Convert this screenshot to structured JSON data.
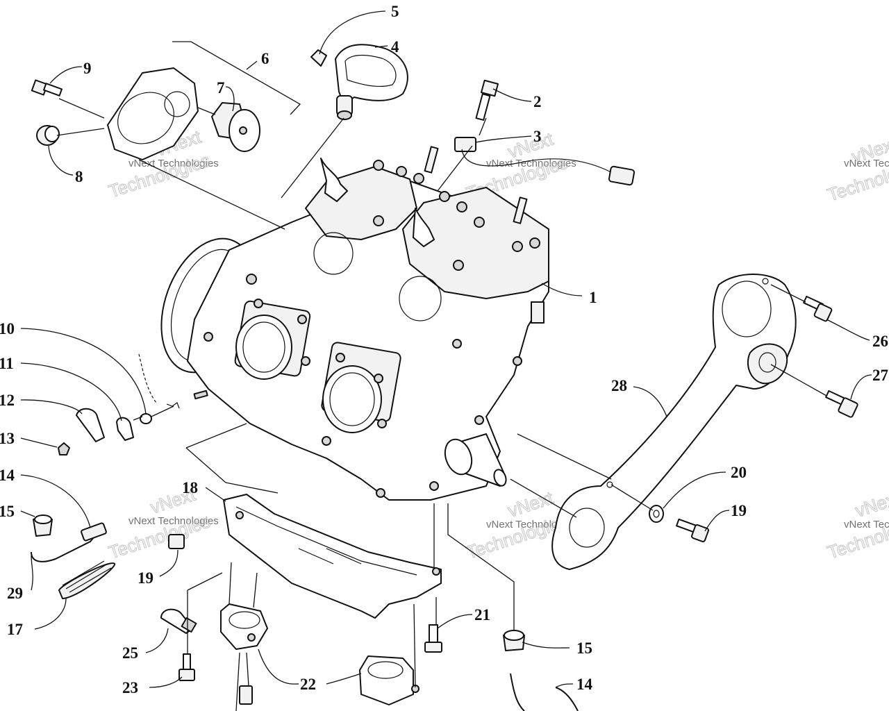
{
  "diagram": {
    "labels": [
      "1",
      "2",
      "3",
      "4",
      "5",
      "6",
      "7",
      "8",
      "9",
      "10",
      "11",
      "12",
      "13",
      "14",
      "15",
      "29",
      "17",
      "18",
      "19",
      "20",
      "19",
      "21",
      "22",
      "23",
      "25",
      "15",
      "14",
      "26",
      "27",
      "28"
    ],
    "watermark": {
      "small": "vNext Technologies",
      "big": "Technologies",
      "top": "vNext"
    }
  }
}
